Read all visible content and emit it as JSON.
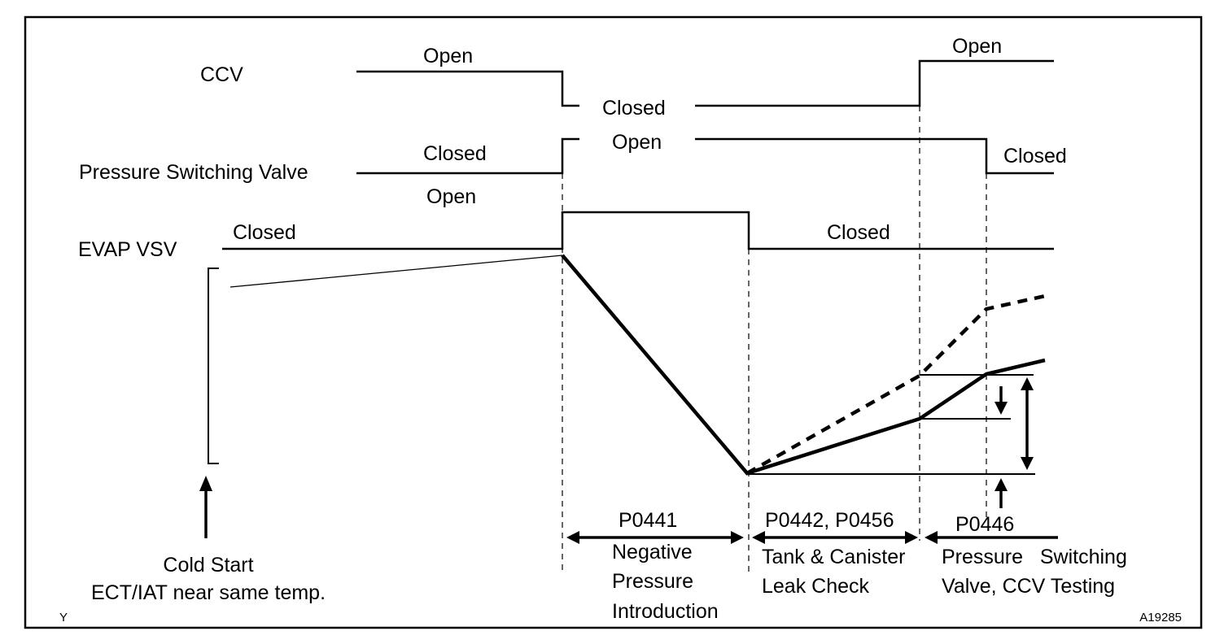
{
  "signals": {
    "ccv": {
      "name": "CCV",
      "state_open_1": "Open",
      "state_closed": "Closed",
      "state_open_2": "Open"
    },
    "psv": {
      "name": "Pressure Switching Valve",
      "state_closed_1": "Closed",
      "state_open": "Open",
      "state_closed_2": "Closed"
    },
    "evap": {
      "name": "EVAP VSV",
      "state_closed_1": "Closed",
      "state_open": "Open",
      "state_closed_2": "Closed"
    }
  },
  "phases": {
    "p0441": {
      "code": "P0441",
      "line1": "Negative",
      "line2": "Pressure",
      "line3": "Introduction"
    },
    "p0442": {
      "code": "P0442, P0456",
      "line1": "Tank & Canister",
      "line2": "Leak Check"
    },
    "p0446": {
      "code": "P0446",
      "line1": "Pressure   Switching",
      "line2": "Valve, CCV Testing"
    }
  },
  "cold_start": {
    "line1": "Cold Start",
    "line2": "ECT/IAT near same temp."
  },
  "corner_left": "Y",
  "figure_id": "A19285",
  "colors": {
    "ink": "#000000",
    "background": "#ffffff"
  }
}
